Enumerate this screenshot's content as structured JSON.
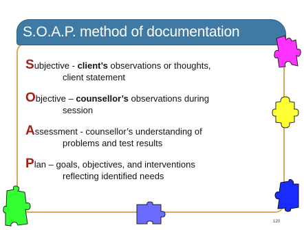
{
  "slide": {
    "title": "S.O.A.P. method of documentation",
    "page_number": "120",
    "entries": [
      {
        "letter": "S",
        "rest_before": "ubjective - ",
        "bold": "client’s",
        "rest_after": " observations or thoughts,",
        "line2": "client statement"
      },
      {
        "letter": "O",
        "rest_before": "bjective – ",
        "bold": "counsellor’s",
        "rest_after": " observations during",
        "line2": "session"
      },
      {
        "letter": "A",
        "rest_before": "ssessment - counsellor’s understanding of",
        "bold": "",
        "rest_after": "",
        "line2": "problems and test results"
      },
      {
        "letter": "P",
        "rest_before": "lan – goals, objectives, and interventions",
        "bold": "",
        "rest_after": "",
        "line2": "reflecting identified needs"
      }
    ]
  },
  "colors": {
    "title_bar": "#3f7aa5",
    "frame_border": "#d9a85a",
    "accent_letter": "#a31f16",
    "puzzle_magenta": "#ff33ff",
    "puzzle_yellow": "#ffff33",
    "puzzle_blue": "#1a2bff",
    "puzzle_green": "#33ff33",
    "puzzle_indigo": "#6b6bff"
  },
  "decorations": [
    "magenta-puzzle-piece-icon",
    "yellow-puzzle-piece-icon",
    "blue-puzzle-piece-icon",
    "green-puzzle-piece-icon",
    "indigo-puzzle-piece-icon"
  ]
}
